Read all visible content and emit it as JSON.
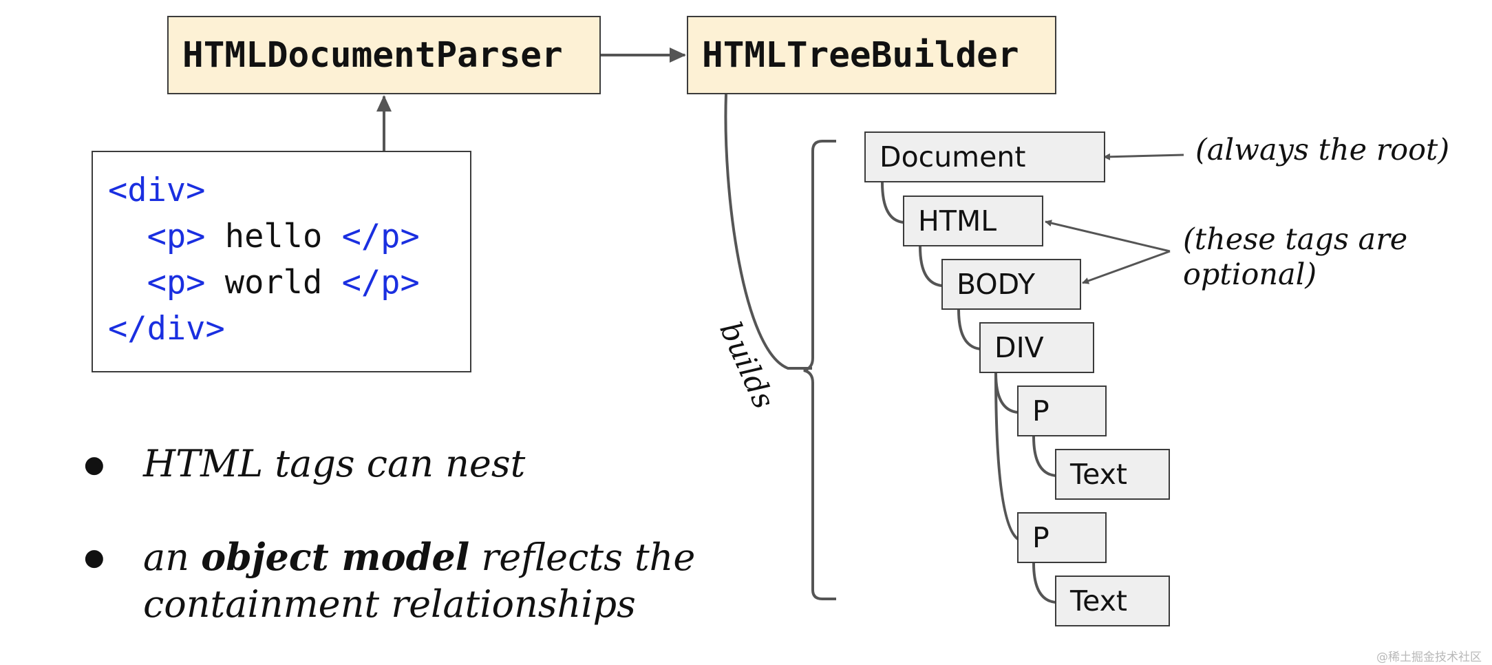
{
  "pipeline": {
    "parser_label": "HTMLDocumentParser",
    "builder_label": "HTMLTreeBuilder"
  },
  "code_sample": {
    "lines": [
      [
        {
          "text": "<div>",
          "kind": "tag"
        }
      ],
      [
        {
          "text": "  ",
          "kind": "text"
        },
        {
          "text": "<p>",
          "kind": "tag"
        },
        {
          "text": " hello ",
          "kind": "text"
        },
        {
          "text": "</p>",
          "kind": "tag"
        }
      ],
      [
        {
          "text": "  ",
          "kind": "text"
        },
        {
          "text": "<p>",
          "kind": "tag"
        },
        {
          "text": " world ",
          "kind": "text"
        },
        {
          "text": "</p>",
          "kind": "tag"
        }
      ],
      [
        {
          "text": "</div>",
          "kind": "tag"
        }
      ]
    ]
  },
  "bullets": {
    "item1": "HTML tags can nest",
    "item2_pre": "an ",
    "item2_bold": "object model",
    "item2_post": " reflects the",
    "item2_line2": "containment relationships"
  },
  "tree": {
    "document": "Document",
    "html": "HTML",
    "body": "BODY",
    "div": "DIV",
    "p1": "P",
    "text1": "Text",
    "p2": "P",
    "text2": "Text"
  },
  "annotations": {
    "builds": "builds",
    "root_note": "(always the root)",
    "optional_line1": "(these tags are",
    "optional_line2": "optional)"
  },
  "watermark": "@稀土掘金技术社区",
  "colors": {
    "tag_blue": "#1a2fe0",
    "top_box_fill": "#fdf1d5",
    "node_fill": "#efefef",
    "stroke": "#555555"
  }
}
